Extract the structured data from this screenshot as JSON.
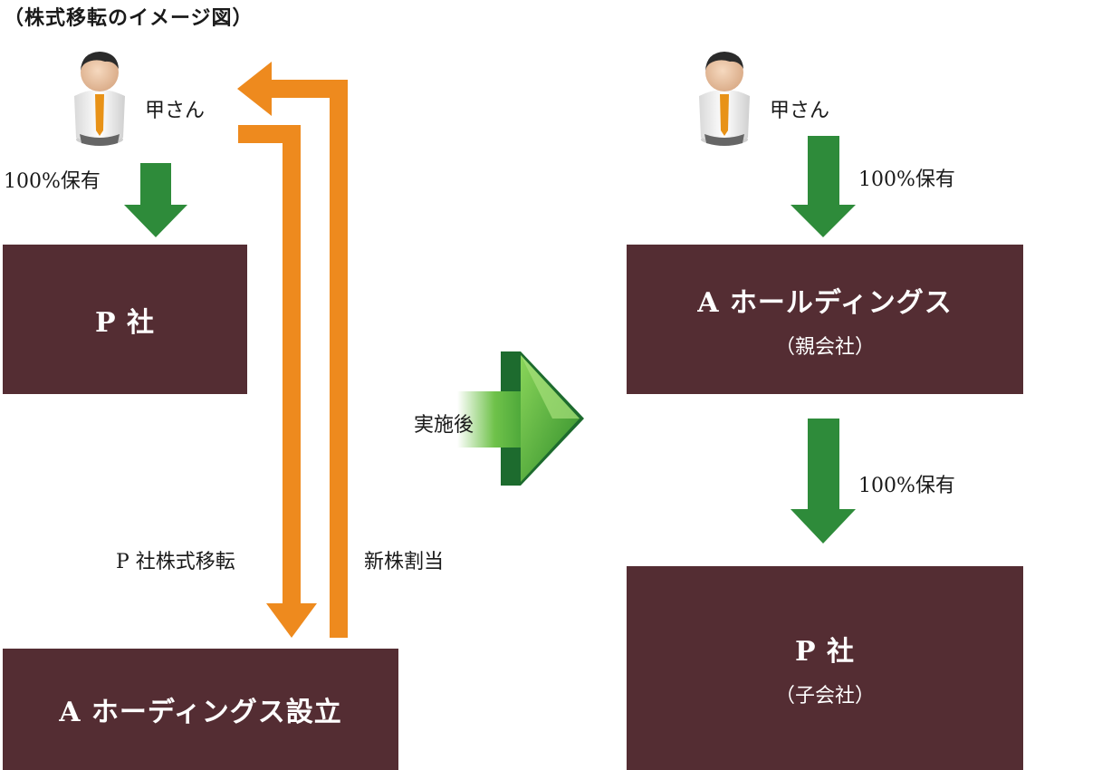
{
  "title": "（株式移転のイメージ図）",
  "left": {
    "person_label": "甲さん",
    "ownership_label": "100%保有",
    "company_box": "P 社",
    "holding_box": "A ホーディングス設立",
    "transfer_label": "P 社株式移転",
    "allotment_label": "新株割当"
  },
  "middle": {
    "arrow_label": "実施後"
  },
  "right": {
    "person_label": "甲さん",
    "ownership_label_1": "100%保有",
    "parent_box": "A ホールディングス",
    "parent_sub": "（親会社）",
    "ownership_label_2": "100%保有",
    "child_box": "P 社",
    "child_sub": "（子会社）"
  },
  "colors": {
    "box": "#542d33",
    "green_arrow": "#2e8b3a",
    "orange_arrow": "#ee8a1e",
    "big_arrow": "#4cb13c"
  },
  "icons": [
    "person-icon",
    "down-arrow-icon",
    "orange-arrow-icon",
    "right-arrow-icon"
  ]
}
